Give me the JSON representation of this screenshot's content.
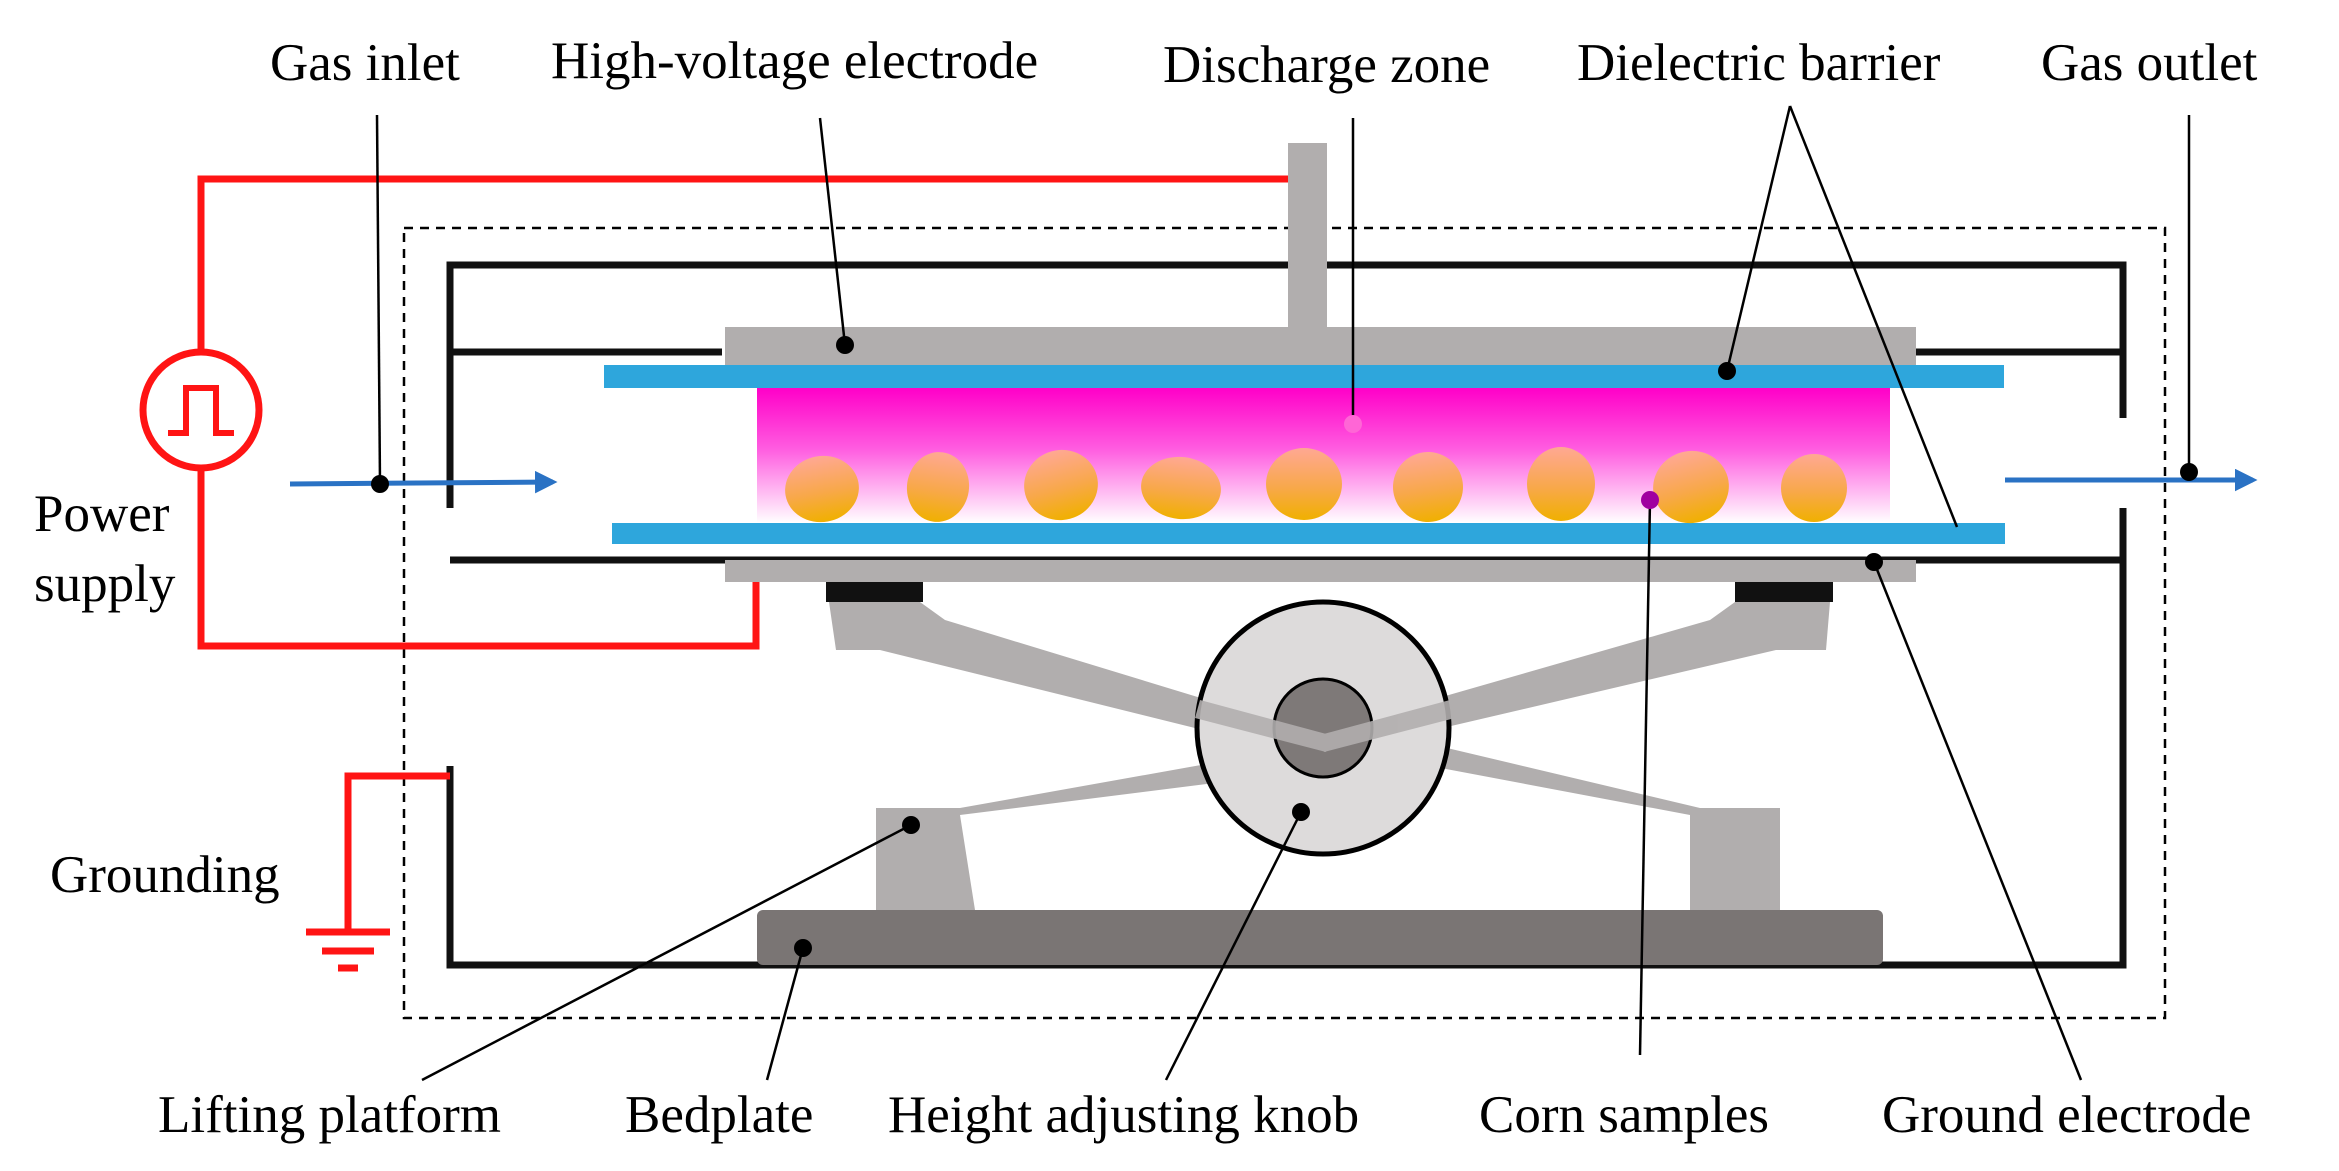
{
  "labels": {
    "gas_inlet": "Gas inlet",
    "high_voltage_electrode": "High-voltage electrode",
    "discharge_zone": "Discharge zone",
    "dielectric_barrier": "Dielectric barrier",
    "gas_outlet": "Gas outlet",
    "power_supply_line1": "Power",
    "power_supply_line2": "supply",
    "grounding": "Grounding",
    "lifting_platform": "Lifting platform",
    "bedplate": "Bedplate",
    "height_adjusting_knob": "Height adjusting knob",
    "corn_samples": "Corn samples",
    "ground_electrode": "Ground electrode"
  },
  "colors": {
    "power_wire": "#ff1414",
    "gas_flow_arrow": "#2a72c4",
    "dielectric_barrier": "#2ea6dc",
    "electrode": "#b1aeae",
    "bedplate": "#7a7574",
    "plasma_top": "#ff00c8",
    "plasma_bottom": "#ffffff",
    "corn_top": "#ffa893",
    "corn_bottom": "#f0b000"
  },
  "corn_sample_count": 9
}
